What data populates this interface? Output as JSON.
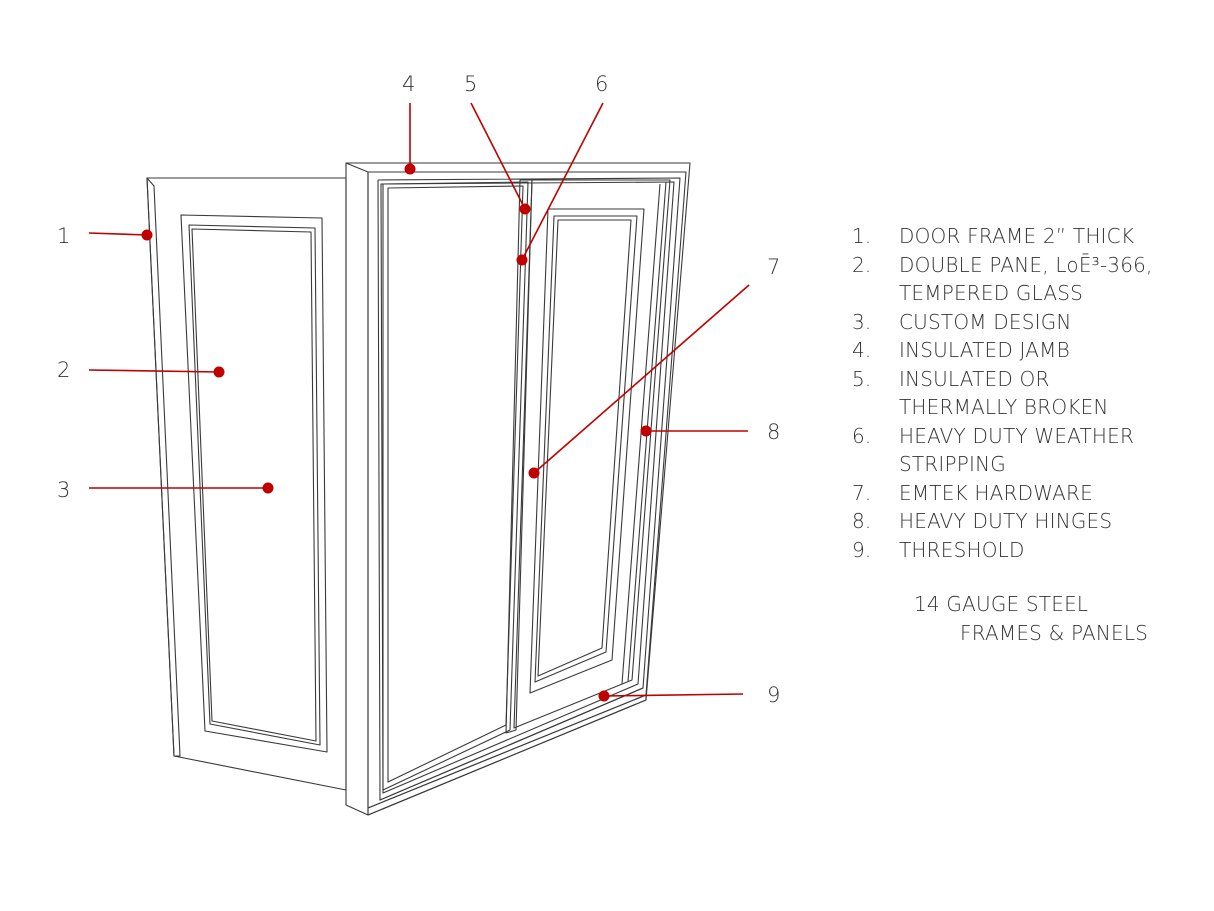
{
  "callouts": [
    "1",
    "2",
    "3",
    "4",
    "5",
    "6",
    "7",
    "8",
    "9"
  ],
  "legend": [
    {
      "num": "1.",
      "lines": [
        "DOOR FRAME 2” THICK"
      ]
    },
    {
      "num": "2.",
      "lines": [
        "DOUBLE PANE, LoĒ³-366,",
        "TEMPERED GLASS"
      ]
    },
    {
      "num": "3.",
      "lines": [
        "CUSTOM DESIGN"
      ]
    },
    {
      "num": "4.",
      "lines": [
        "INSULATED JAMB"
      ]
    },
    {
      "num": "5.",
      "lines": [
        "INSULATED OR",
        "THERMALLY BROKEN"
      ]
    },
    {
      "num": "6.",
      "lines": [
        "HEAVY DUTY WEATHER",
        "STRIPPING"
      ]
    },
    {
      "num": "7.",
      "lines": [
        "EMTEK HARDWARE"
      ]
    },
    {
      "num": "8.",
      "lines": [
        "HEAVY DUTY HINGES"
      ]
    },
    {
      "num": "9.",
      "lines": [
        "THRESHOLD"
      ]
    }
  ],
  "note": {
    "line1": "14 GAUGE STEEL",
    "line2": "FRAMES & PANELS"
  },
  "colors": {
    "accent": "#c00000",
    "line_art": "#3a3a3a",
    "text": "#333333"
  }
}
